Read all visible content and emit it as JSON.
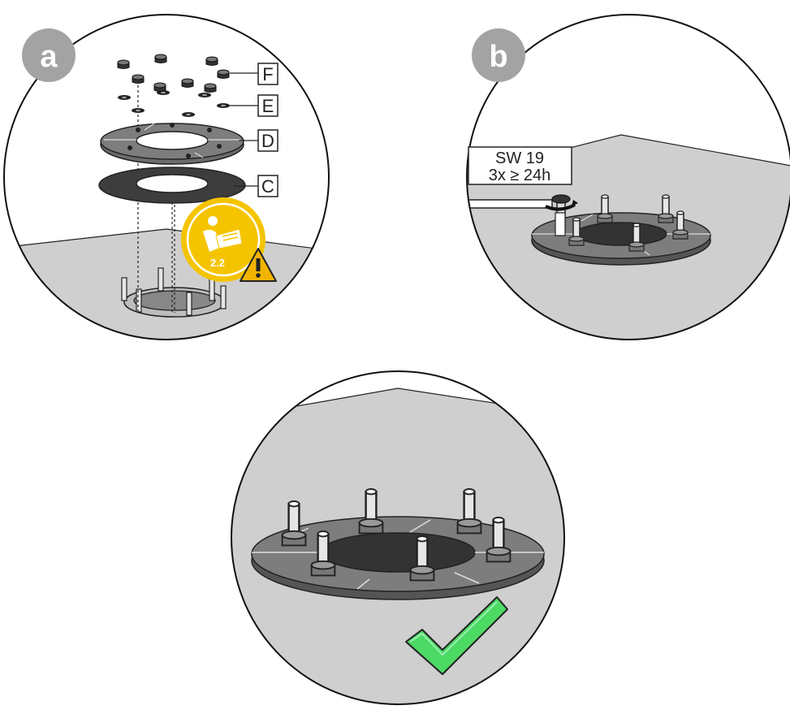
{
  "step_a": {
    "badge": "a",
    "parts": [
      "F",
      "E",
      "D",
      "C"
    ],
    "manual_section": "2.2"
  },
  "step_b": {
    "badge": "b",
    "tool_size": "SW 19",
    "tighten_note": "3x ≥ 24h"
  },
  "step_c": {
    "status": "completed"
  },
  "colors": {
    "badge": "#a3a3a3",
    "floor": "#cfcfcf",
    "disc": "#6b6b6b",
    "manual_icon": "#f5c400",
    "warning": "#f2b400",
    "check": "#4cd964"
  },
  "icons": [
    "manual-read-icon",
    "warning-icon",
    "checkmark-icon"
  ]
}
